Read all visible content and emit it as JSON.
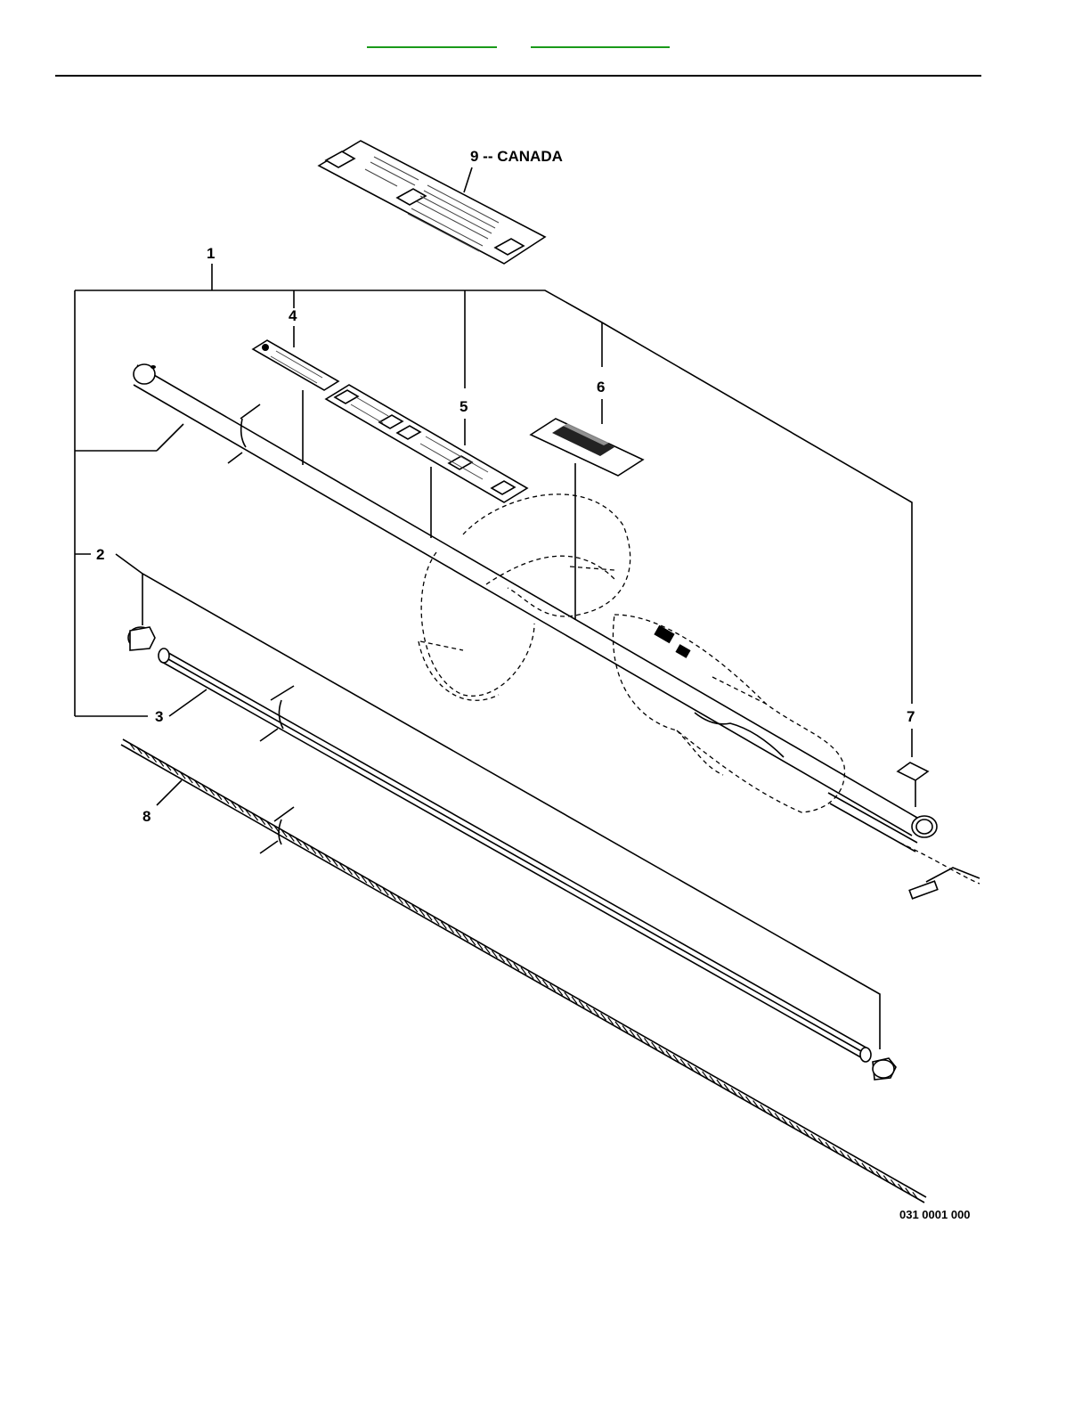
{
  "header": {
    "links": [
      {
        "label": ""
      },
      {
        "label": ""
      }
    ]
  },
  "diagram": {
    "callouts": {
      "c1": "1",
      "c2": "2",
      "c3": "3",
      "c4": "4",
      "c5": "5",
      "c6": "6",
      "c7": "7",
      "c8": "8",
      "c9": "9 -- CANADA"
    },
    "reference_number": "031 0001 000"
  },
  "colors": {
    "link_underline": "#1a9a1a",
    "line": "#000000"
  }
}
